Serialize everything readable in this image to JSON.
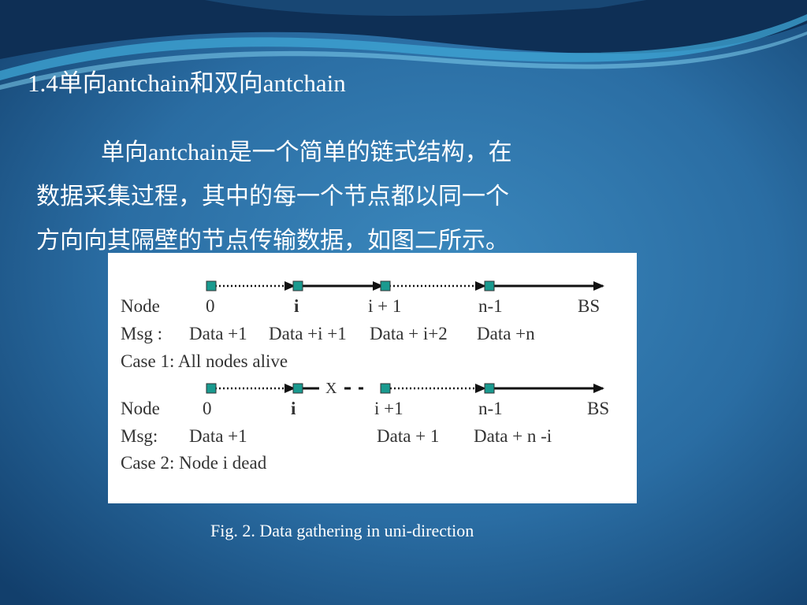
{
  "slide": {
    "title": "1.4单向antchain和双向antchain",
    "body_lines": [
      "单向antchain是一个简单的链式结构，在",
      "数据采集过程，其中的每一个节点都以同一个",
      "方向向其隔壁的节点传输数据，如图二所示。"
    ],
    "caption": "Fig. 2. Data gathering in uni-direction"
  },
  "colors": {
    "background_dark": "#0f3a66",
    "background_mid": "#2f78ac",
    "node_fill": "#1a9a8f",
    "text": "#ffffff"
  },
  "figure": {
    "case1": {
      "node_label": "Node",
      "nodes": [
        "0",
        "i",
        "i + 1",
        "n-1",
        "BS"
      ],
      "msg_label": "Msg :",
      "msgs": [
        "Data +1",
        "Data +i +1",
        "Data + i+2",
        "Data +n"
      ],
      "case_label": "Case 1: All nodes alive"
    },
    "case2": {
      "node_label": "Node",
      "nodes": [
        "0",
        "i",
        "i +1",
        "n-1",
        "BS"
      ],
      "msg_label": "Msg:",
      "msgs": [
        "Data +1",
        "Data + 1",
        "Data + n -i"
      ],
      "break_mark": "X",
      "case_label": "Case 2: Node i dead"
    }
  }
}
